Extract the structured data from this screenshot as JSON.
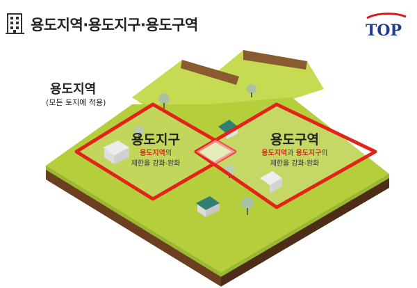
{
  "header": {
    "title": "용도지역·용도지구·용도구역",
    "logo_text": "TOP",
    "building_icon": "building-icon"
  },
  "zones": {
    "area": {
      "title": "용도지역",
      "subtitle": "(모든 토지에 적용)"
    },
    "district": {
      "title": "용도지구",
      "line1_highlight": "용도지역",
      "line1_suffix": "의",
      "line2": "제한을 강화·완화"
    },
    "zone": {
      "title": "용도구역",
      "line1_highlight_a": "용도지역",
      "line1_mid": "과 ",
      "line1_highlight_b": "용도지구",
      "line1_suffix": "의",
      "line2": "제한을 강화·완화"
    }
  },
  "colors": {
    "grass": "#b5ce3c",
    "grass_light": "#c6da52",
    "soil": "#7a4a28",
    "soil_dark": "#4d2c18",
    "outline": "#e2231a",
    "logo_blue": "#1f3f8f",
    "logo_red": "#d7191f"
  }
}
